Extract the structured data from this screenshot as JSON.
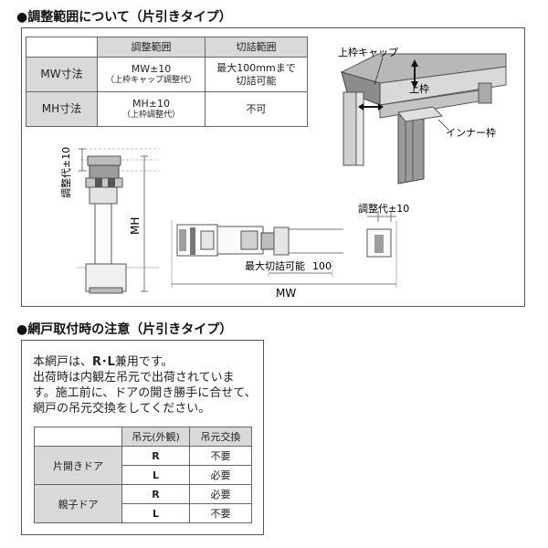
{
  "sections": [
    {
      "title": "●調整範囲について（片引きタイプ）"
    },
    {
      "title": "●網戸取付時の注意（片引きタイプ）"
    }
  ],
  "adjust_table": {
    "headers": [
      "",
      "調整範囲",
      "切詰範囲"
    ],
    "rows": [
      {
        "label": "MW寸法",
        "range": "MW±10",
        "range_note": "（上枠キャップ調整代）",
        "cut": "最大100mmまで",
        "cut_note": "切詰可能"
      },
      {
        "label": "MH寸法",
        "range": "MH±10",
        "range_note": "（上枠調整代）",
        "cut": "不可",
        "cut_note": ""
      }
    ]
  },
  "labels": {
    "top_cap": "上枠キャップ",
    "top_frame": "上枠",
    "inner_frame": "インナー枠",
    "adj_vertical": "調整代±10",
    "mh": "MH",
    "adj_horizontal": "調整代±10",
    "max_cut": "最大切詰可能",
    "max_cut_value": "100",
    "mw": "MW"
  },
  "notice": {
    "line1_pre": "本網戸は、",
    "line1_rl": "R･L",
    "line1_post": "兼用です。",
    "body": "出荷時は内観左吊元で出荷されています。施工前に、ドアの開き勝手に合せて、網戸の吊元交換をしてください。"
  },
  "hang_table": {
    "headers": [
      "",
      "吊元(外観)",
      "吊元交換"
    ],
    "groups": [
      {
        "label": "片開きドア",
        "rows": [
          {
            "dir": "R",
            "swap": "不要"
          },
          {
            "dir": "L",
            "swap": "必要"
          }
        ]
      },
      {
        "label": "親子ドア",
        "rows": [
          {
            "dir": "R",
            "swap": "必要"
          },
          {
            "dir": "L",
            "swap": "不要"
          }
        ]
      }
    ]
  }
}
